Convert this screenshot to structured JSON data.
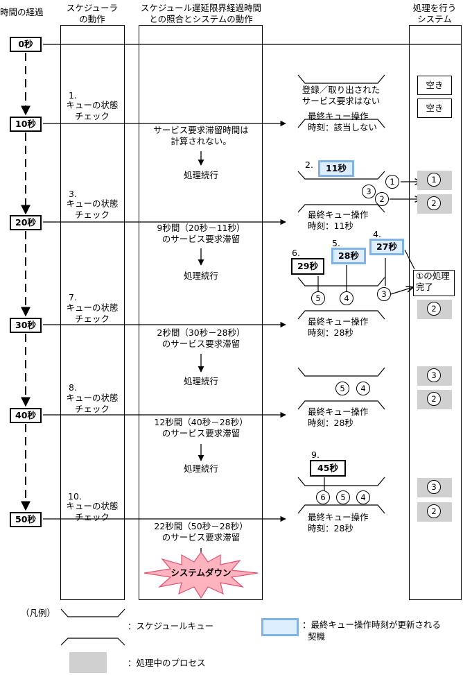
{
  "headers": {
    "time": "時間の経過",
    "scheduler": [
      "スケジューラ",
      "の動作"
    ],
    "check": [
      "スケジュール遅延限界経過時間",
      "との照合とシステムの動作"
    ],
    "system": [
      "処理を行う",
      "システム"
    ]
  },
  "timeline": [
    "0秒",
    "10秒",
    "20秒",
    "30秒",
    "40秒",
    "50秒"
  ],
  "scheduler_steps": [
    {
      "num": "1.",
      "l1": "キューの状態",
      "l2": "チェック"
    },
    {
      "num": "3.",
      "l1": "キューの状態",
      "l2": "チェック"
    },
    {
      "num": "7.",
      "l1": "キューの状態",
      "l2": "チェック"
    },
    {
      "num": "8.",
      "l1": "キューの状態",
      "l2": "チェック"
    },
    {
      "num": "10.",
      "l1": "キューの状態",
      "l2": "チェック"
    }
  ],
  "check_texts": [
    [
      "サービス要求滞留時間は",
      "計算されない。"
    ],
    [
      "9秒間（20秒－11秒）",
      "のサービス要求滞留"
    ],
    [
      "2秒間（30秒－28秒）",
      "のサービス要求滞留"
    ],
    [
      "12秒間（40秒－28秒）",
      "のサービス要求滞留"
    ],
    [
      "22秒間（50秒－28秒）",
      "のサービス要求滞留"
    ]
  ],
  "continue_label": "処理続行",
  "system_down": "システムダウン",
  "queue_notes": {
    "no_requests": [
      "登録／取り出された",
      "サービス要求はない"
    ],
    "last_op_label": "最終キュー操作",
    "time_none": "時刻：該当しない",
    "time_11": "時刻：11秒",
    "time_28": "時刻：28秒"
  },
  "markers": {
    "m2": "2.",
    "m4": "4.",
    "m5": "5.",
    "m6": "6.",
    "m9": "9."
  },
  "queue_times": {
    "t11": "11秒",
    "t27": "27秒",
    "t28": "28秒",
    "t29": "29秒",
    "t45": "45秒"
  },
  "circles": {
    "c1": "1",
    "c2": "2",
    "c3": "3",
    "c4": "4",
    "c5": "5",
    "c6": "6"
  },
  "system_boxes": {
    "empty": "空き",
    "done_l1": "①の処理",
    "done_l2": "完了"
  },
  "legend": {
    "title": "（凡例）",
    "queue": "：スケジュールキュー",
    "process": "：処理中のプロセス",
    "trigger_l1": "：最終キュー操作時刻が更新される",
    "trigger_l2": "契機"
  },
  "colors": {
    "trigger_fill": "#ddeeff",
    "trigger_border": "#7fb3e8",
    "process_fill": "#d0d0d0",
    "down_fill": "#ffb3bf",
    "down_stroke": "#e05070"
  }
}
